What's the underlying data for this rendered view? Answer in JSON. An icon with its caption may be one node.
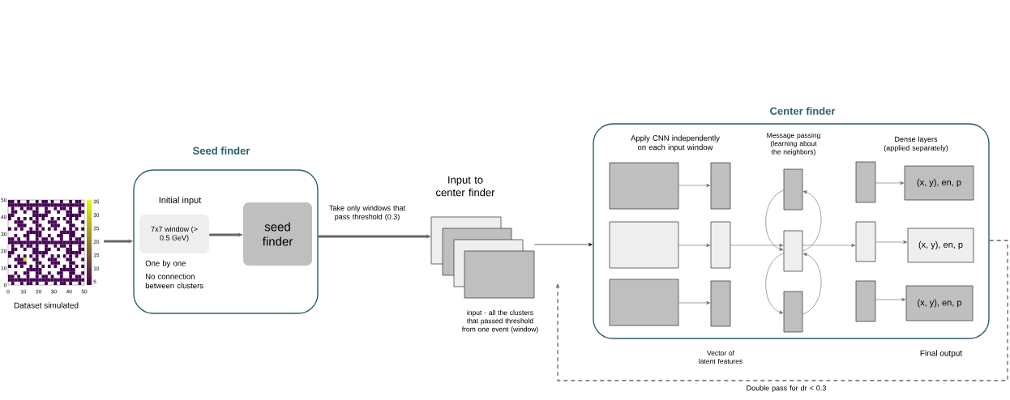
{
  "diagram": {
    "nodes": [
      {
        "text": [],
        "shape": "picture",
        "beside": [
          "Dataset simulated"
        ]
      },
      {
        "text": [
          "Seed finder",
          "Initial input",
          "One by one",
          "No connection between clusters"
        ]
      },
      {
        "text": [
          "7x7 window (> 0.5 GeV)"
        ],
        "in": 1
      },
      {
        "text": [
          "seed finder"
        ],
        "in": 1
      },
      {
        "text": [
          "Input to center finder"
        ],
        "beside": [
          "input - all the clusters that passed threshold from one event (window)"
        ]
      },
      {
        "text": [
          "Center finder",
          "Apply CNN independently on each input window",
          "Message passing (learning about the neighbors)",
          "Dense layers (applied separately)"
        ]
      },
      {
        "text": [],
        "shape": "box",
        "in": 5
      },
      {
        "text": [],
        "shape": "box",
        "in": 5
      },
      {
        "text": [],
        "shape": "box",
        "in": 5
      },
      {
        "text": [],
        "shape": "bar",
        "in": 5
      },
      {
        "text": [],
        "shape": "bar",
        "in": 5
      },
      {
        "text": [],
        "shape": "bar",
        "in": 5
      },
      {
        "text": [],
        "shape": "bar",
        "in": 5
      },
      {
        "text": [],
        "shape": "bar",
        "in": 5
      },
      {
        "text": [],
        "shape": "bar",
        "in": 5
      },
      {
        "text": [],
        "shape": "bar",
        "in": 5
      },
      {
        "text": [],
        "shape": "bar",
        "in": 5
      },
      {
        "text": [],
        "shape": "bar",
        "in": 5
      },
      {
        "text": [
          "(x, y), en, p"
        ],
        "in": 5
      },
      {
        "text": [
          "(x, y), en, p"
        ],
        "in": 5
      },
      {
        "text": [
          "(x, y), en, p"
        ],
        "in": 5
      }
    ],
    "edges": [
      {
        "from": 0,
        "to": 1,
        "arrow": "to",
        "style": "thick"
      },
      {
        "from": 2,
        "to": 3,
        "arrow": "to",
        "style": "thick"
      },
      {
        "from": 1,
        "to": 4,
        "arrow": "to",
        "style": "thick",
        "label": "Take only windows that pass threshold (0.3)"
      },
      {
        "from": 4,
        "to": 5,
        "arrow": "to",
        "color": "#000000"
      },
      {
        "from": 6,
        "to": 9,
        "arrow": "to"
      },
      {
        "from": 7,
        "to": 10,
        "arrow": "to"
      },
      {
        "from": 8,
        "to": 11,
        "arrow": "to"
      },
      {
        "from": 10,
        "to": 13,
        "arrow": "to"
      },
      {
        "from": 12,
        "to": 13,
        "arrow": "to"
      },
      {
        "from": 13,
        "to": 12,
        "arrow": "to"
      },
      {
        "from": 13,
        "to": 14,
        "arrow": "to"
      },
      {
        "from": 14,
        "to": 13,
        "arrow": "to"
      },
      {
        "from": 13,
        "to": 16,
        "arrow": "to"
      },
      {
        "from": 15,
        "to": 18,
        "arrow": "to"
      },
      {
        "from": 16,
        "to": 19,
        "arrow": "to"
      },
      {
        "from": 17,
        "to": 20,
        "arrow": "to"
      },
      {
        "from": 5,
        "to": null,
        "arrow": "to",
        "style": "dashed",
        "label": "Double pass for dr < 0.3"
      }
    ],
    "labels": [
      "50",
      "40",
      "30",
      "20",
      "10",
      "0",
      "0",
      "10",
      "20",
      "30",
      "40",
      "50",
      "35",
      "30",
      "25",
      "20",
      "15",
      "10",
      "5",
      "Vector of latent features",
      "Final output"
    ]
  }
}
